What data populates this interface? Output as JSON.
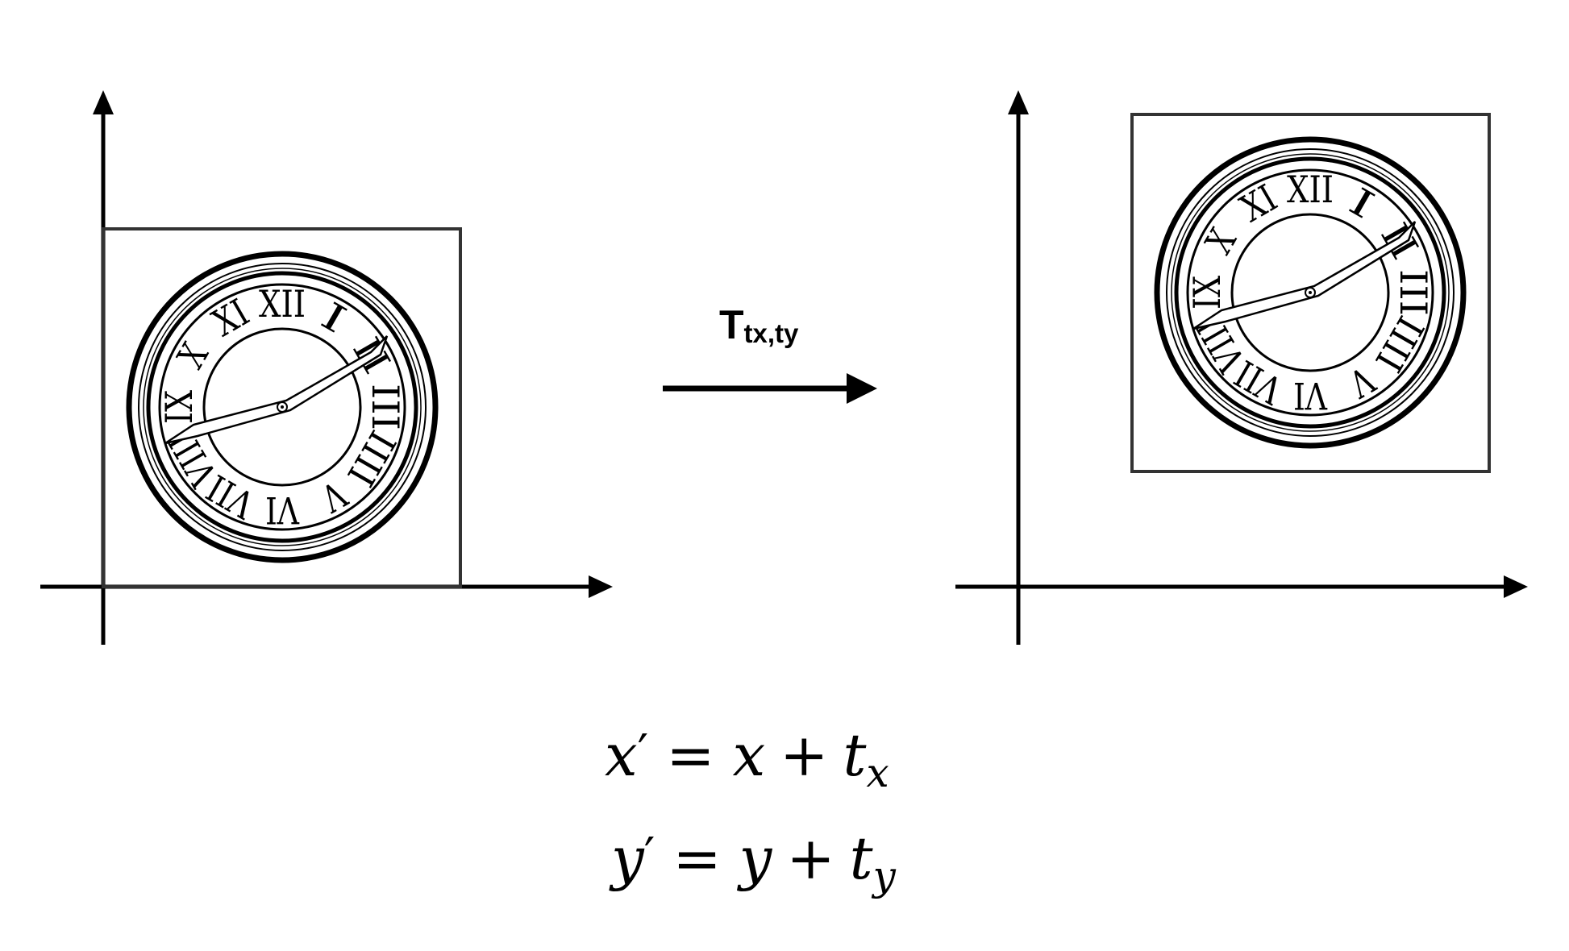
{
  "transform_label": {
    "main": "T",
    "subscript": "tx,ty"
  },
  "equations": [
    {
      "lhs_var": "x",
      "prime": "′",
      "eq": "=",
      "rhs_var": "x",
      "plus": "+",
      "t": "t",
      "sub": "x"
    },
    {
      "lhs_var": "y",
      "prime": "′",
      "eq": "=",
      "rhs_var": "y",
      "plus": "+",
      "t": "t",
      "sub": "y"
    }
  ],
  "clock": {
    "numerals": [
      "XII",
      "I",
      "II",
      "III",
      "IIII",
      "V",
      "VI",
      "VII",
      "VIII",
      "IX",
      "X",
      "XI"
    ]
  },
  "colors": {
    "ink": "#000000",
    "frame": "#333333",
    "background": "#ffffff"
  }
}
